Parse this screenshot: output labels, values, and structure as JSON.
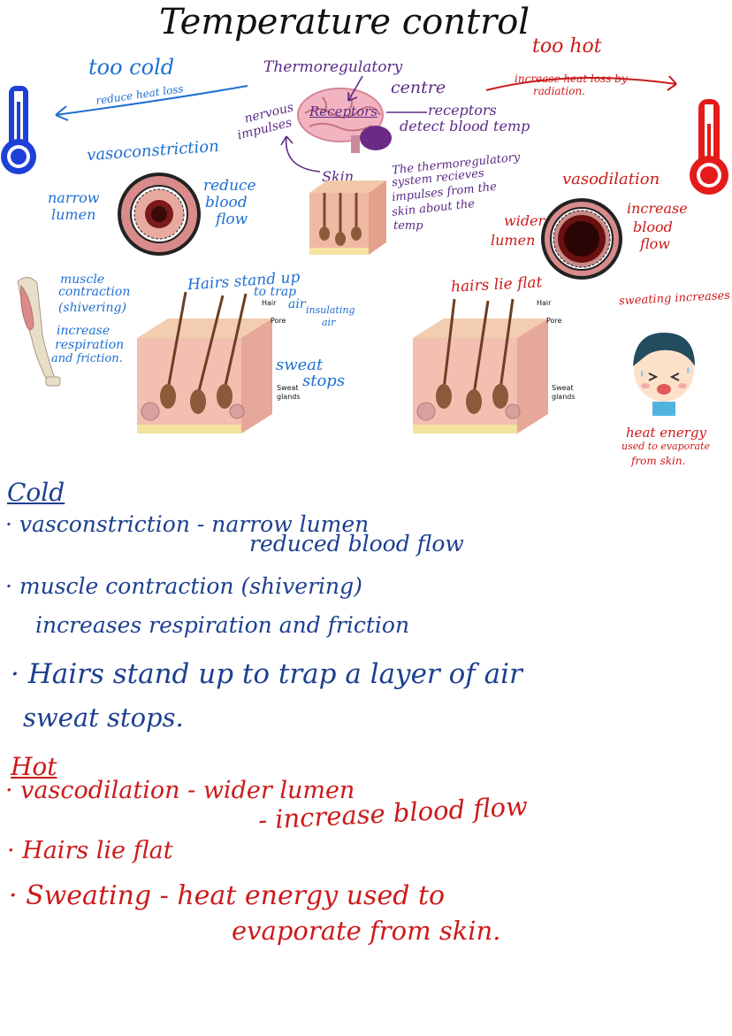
{
  "title": "Temperature control",
  "diagram": {
    "too_cold": "too cold",
    "reduce_heat_loss": "reduce heat loss",
    "thermoregulatory": "Thermoregulatory",
    "centre": "centre",
    "too_hot": "too hot",
    "increase_heat_loss": "increase heat loss by",
    "radiation": "radiation.",
    "nervous": "nervous",
    "impulses": "impulses",
    "receptors_label": "Receptors",
    "receptors_detect_1": "receptors",
    "receptors_detect_2": "detect blood temp",
    "skin": "Skin",
    "system_note": [
      "The thermoregulatory",
      "system recieves",
      "impulses from the",
      "skin about the",
      "temp"
    ],
    "vasoconstriction": "vasoconstriction",
    "narrow_lumen": [
      "narrow",
      "lumen"
    ],
    "reduce_blood_flow": [
      "reduce",
      "blood",
      "flow"
    ],
    "vasodilation": "vasodilation",
    "wider_lumen": [
      "wider",
      "lumen"
    ],
    "increase_blood_flow": [
      "increase",
      "blood",
      "flow"
    ],
    "muscle_note": [
      "muscle",
      "contraction",
      "(shivering)",
      "increase",
      "respiration",
      "and friction."
    ],
    "hairs_stand": [
      "Hairs stand up",
      "to trap",
      "air"
    ],
    "insulating_air": [
      "insulating",
      "air"
    ],
    "sweat_stops": [
      "sweat",
      "stops"
    ],
    "hairs_lie_flat": "hairs lie flat",
    "sweating_increases": "sweating increases",
    "heat_energy": [
      "heat energy",
      "used to evaporate",
      "from skin."
    ],
    "skin_labels": {
      "hair": "Hair",
      "pore": "Pore",
      "sweat_glands": [
        "Sweat",
        "glands"
      ]
    }
  },
  "notes": {
    "cold_heading": "Cold",
    "cold_1a": "· vasconstriction - narrow lumen",
    "cold_1b": "reduced blood flow",
    "cold_2a": "· muscle contraction (shivering)",
    "cold_2b": "increases respiration and friction",
    "cold_3a": "· Hairs stand up to trap a layer of air",
    "cold_3b": "sweat stops.",
    "hot_heading": "Hot",
    "hot_1a": "· vascodilation - wider lumen",
    "hot_1b": "- increase blood flow",
    "hot_2": "· Hairs lie flat",
    "hot_3a": "· Sweating - heat energy used to",
    "hot_3b": "evaporate from skin."
  },
  "colors": {
    "cold": "#1f6fd1",
    "notes_blue": "#1c3f8f",
    "hot": "#cc1a1a",
    "brain": "#5b2a86"
  }
}
